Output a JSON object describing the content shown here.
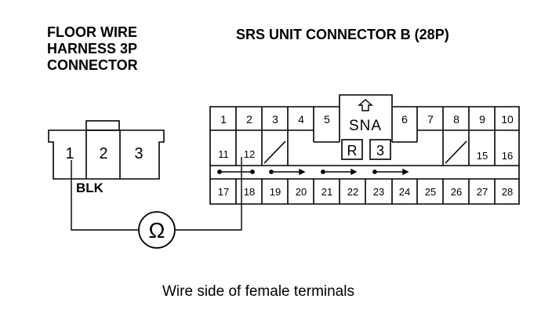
{
  "labels": {
    "harness_line1": "FLOOR WIRE",
    "harness_line2": "HARNESS 3P",
    "harness_line3": "CONNECTOR",
    "srs_title": "SRS UNIT CONNECTOR B (28P)",
    "wire_color": "BLK",
    "caption": "Wire side of female terminals",
    "ohmmeter_symbol": "Ω"
  },
  "harness_connector": {
    "pins": [
      "1",
      "2",
      "3"
    ]
  },
  "srs_connector": {
    "row1": [
      "1",
      "2",
      "3",
      "4",
      "5",
      "6",
      "7",
      "8",
      "9",
      "10"
    ],
    "row2": [
      "11",
      "12",
      "15",
      "16"
    ],
    "row3": [
      "17",
      "18",
      "19",
      "20",
      "21",
      "22",
      "23",
      "24",
      "25",
      "26",
      "27",
      "28"
    ],
    "center_tab": "SNA",
    "key_left": "R",
    "key_right": "3"
  }
}
